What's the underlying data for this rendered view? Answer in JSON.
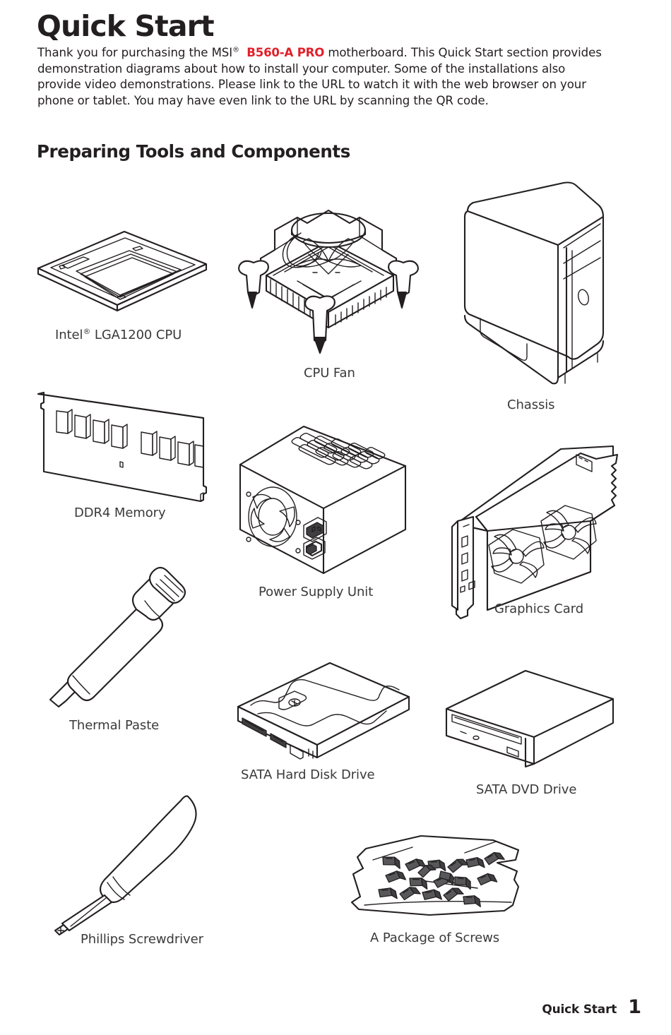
{
  "header": {
    "title": "Quick Start",
    "intro_before": "Thank you for purchasing the MSI",
    "intro_sup": "®",
    "model": "B560-A PRO",
    "intro_after": " motherboard. This Quick Start section provides demonstration diagrams about how to install your computer. Some of the installations also provide video demonstrations. Please link to the URL to watch it with the web browser on your phone or tablet. You may have even link to the URL by scanning the QR code.",
    "section_heading": "Preparing Tools and Components",
    "accent_color": "#e0202a"
  },
  "items": [
    {
      "id": "cpu",
      "caption_pre": "Intel",
      "caption_sup": "®",
      "caption_post": " LGA1200 CPU",
      "caption": "Intel® LGA1200 CPU"
    },
    {
      "id": "cpu-fan",
      "caption": "CPU Fan"
    },
    {
      "id": "chassis",
      "caption": "Chassis"
    },
    {
      "id": "ddr4-memory",
      "caption": "DDR4 Memory"
    },
    {
      "id": "power-supply",
      "caption": "Power Supply Unit"
    },
    {
      "id": "graphics-card",
      "caption": "Graphics Card"
    },
    {
      "id": "thermal-paste",
      "caption": "Thermal Paste"
    },
    {
      "id": "hard-disk",
      "caption": "SATA Hard Disk Drive"
    },
    {
      "id": "dvd-drive",
      "caption": "SATA DVD Drive"
    },
    {
      "id": "screwdriver",
      "caption": "Phillips Screwdriver"
    },
    {
      "id": "screws",
      "caption": "A Package of Screws"
    }
  ],
  "footer": {
    "label": "Quick Start",
    "page_number": "1"
  }
}
